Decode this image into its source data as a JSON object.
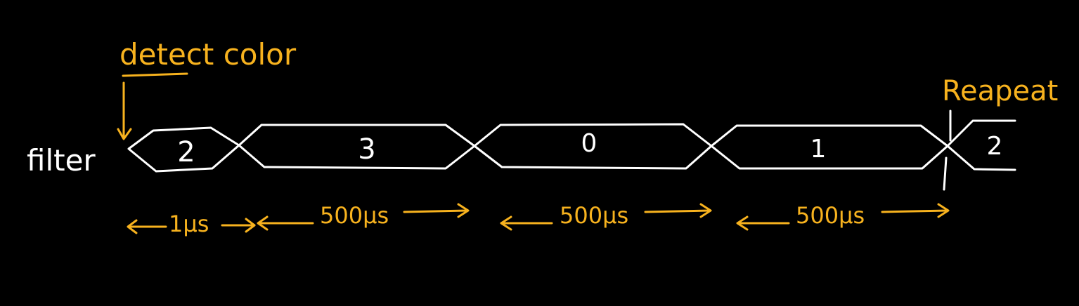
{
  "colors": {
    "background": "#000000",
    "signal": "#ffffff",
    "annotation": "#f7b21e"
  },
  "signal": {
    "name": "filter",
    "values": [
      "2",
      "3",
      "0",
      "1",
      "2"
    ]
  },
  "annotations": {
    "detect": "detect color",
    "repeat": "Reapeat"
  },
  "durations": [
    "1µs",
    "500µs",
    "500µs",
    "500µs"
  ]
}
